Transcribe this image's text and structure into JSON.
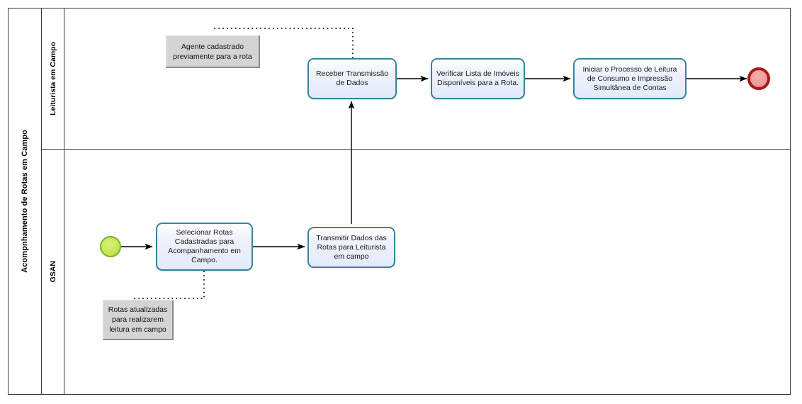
{
  "diagram": {
    "type": "bpmn-process",
    "pool_title": "Acompnhamento de Rotas em Campo",
    "lanes": [
      {
        "id": "leiturista",
        "label": "Leiturista em Campo"
      },
      {
        "id": "gsan",
        "label": "GSAN"
      }
    ],
    "tasks": [
      {
        "id": "receber-transmissao",
        "lane": "leiturista",
        "label": "Receber Transmissão de Dados"
      },
      {
        "id": "verificar-lista",
        "lane": "leiturista",
        "label": "Verificar Lista de Imóveis Disponíveis para a Rota."
      },
      {
        "id": "iniciar-processo",
        "lane": "leiturista",
        "label": "Iniciar o Processo de Leitura de Consumo e Impressão Simultânea de Contas"
      },
      {
        "id": "selecionar-rotas",
        "lane": "gsan",
        "label": "Selecionar Rotas Cadastradas para Acompanhamento em Campo."
      },
      {
        "id": "transmitir-dados",
        "lane": "gsan",
        "label": "Transmitir Dados das Rotas para Leiturista em campo"
      }
    ],
    "events": [
      {
        "id": "start-event",
        "lane": "gsan",
        "kind": "start",
        "label": ""
      },
      {
        "id": "end-event",
        "lane": "leiturista",
        "kind": "end",
        "label": ""
      }
    ],
    "annotations": [
      {
        "id": "annotation-agente",
        "text": "Agente cadastrado previamente para a rota",
        "attached_to": "receber-transmissao"
      },
      {
        "id": "annotation-rotas",
        "text": "Rotas atualizadas para realizarem leitura em campo",
        "attached_to": "selecionar-rotas"
      }
    ],
    "colors": {
      "task_border": "#36849e",
      "task_fill": "#e3eafb",
      "start_event_fill": "#c3e84f",
      "start_event_border": "#77b32b",
      "end_event_fill": "#ee9b99",
      "end_event_border": "#a81919",
      "annotation_fill": "#d4d4d4",
      "pool_border": "#3a3a3a",
      "connector": "#000000"
    }
  }
}
